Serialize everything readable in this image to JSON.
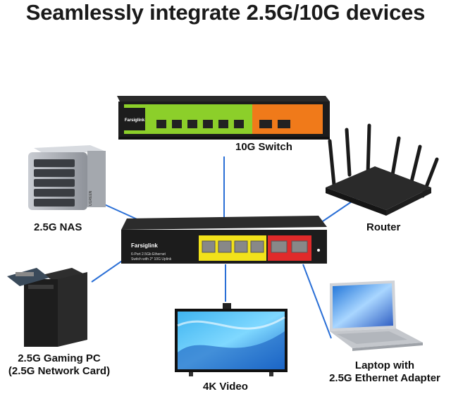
{
  "headline": "Seamlessly integrate 2.5G/10G devices",
  "devices": {
    "switch10g": {
      "label": "10G Switch",
      "brand": "Farsiglink"
    },
    "nas": {
      "label": "2.5G NAS",
      "brand": "UGREEN"
    },
    "router": {
      "label": "Router"
    },
    "main_switch": {
      "brand": "Farsiglink",
      "desc_line1": "6-Port 2.5Gb Ethernet",
      "desc_line2": "Switch with 2* 10G Uplink"
    },
    "gaming_pc": {
      "label_line1": "2.5G Gaming PC",
      "label_line2": "(2.5G Network Card)"
    },
    "tv": {
      "label": "4K Video"
    },
    "laptop": {
      "label_line1": "Laptop with",
      "label_line2": "2.5G Ethernet Adapter"
    }
  },
  "colors": {
    "link_line": "#2a6fd6",
    "switch_body": "#1c1c1c",
    "yellow_panel": "#f2e21a",
    "red_panel": "#e02a2a",
    "green_panel": "#8ccf2a",
    "orange_panel": "#f07a1a"
  }
}
